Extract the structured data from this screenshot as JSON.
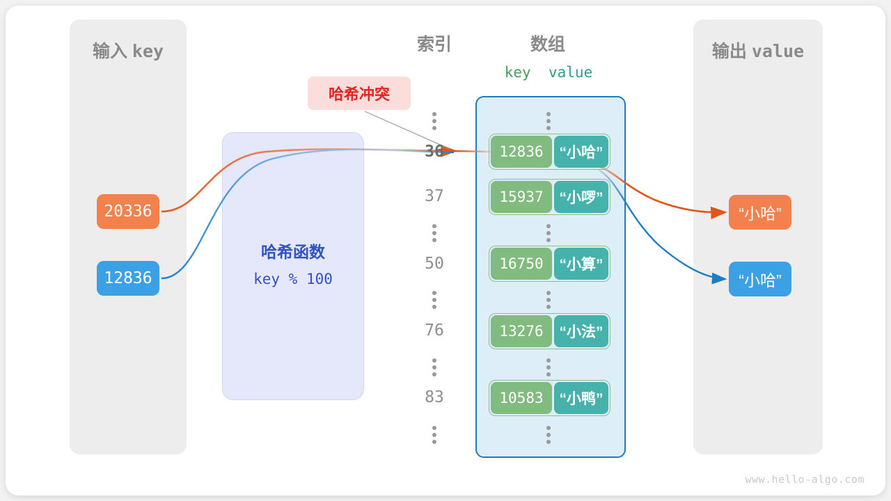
{
  "panels": {
    "input": {
      "cn": "输入",
      "mono": "key"
    },
    "output": {
      "cn": "输出",
      "mono": "value"
    }
  },
  "headings": {
    "index": "索引",
    "array": "数组",
    "key": "key",
    "value": "value",
    "kv_gap": "  "
  },
  "badge": {
    "collision_label": "哈希冲突"
  },
  "hash_function": {
    "name": "哈希函数",
    "expression": "key % 100"
  },
  "inputs": [
    {
      "label": "20336",
      "color": "#f2814e"
    },
    {
      "label": "12836",
      "color": "#3ba0e4"
    }
  ],
  "outputs": [
    {
      "label": "“小哈”",
      "color": "#f2814e"
    },
    {
      "label": "“小哈”",
      "color": "#3ba0e4"
    }
  ],
  "index_column": [
    "36",
    "37",
    "50",
    "76",
    "83"
  ],
  "buckets": [
    {
      "index": "36",
      "key": "12836",
      "value": "“小哈”"
    },
    {
      "index": "37",
      "key": "15937",
      "value": "“小啰”"
    },
    {
      "index": "50",
      "key": "16750",
      "value": "“小算”"
    },
    {
      "index": "76",
      "key": "13276",
      "value": "“小法”"
    },
    {
      "index": "83",
      "key": "10583",
      "value": "“小鸭”"
    }
  ],
  "watermark": "www.hello-algo.com",
  "colors": {
    "orange": "#f2814e",
    "blue": "#3ba0e4",
    "green_key": "#82bb7f",
    "teal_value": "#45b2ab",
    "array_border": "#1f7ac4",
    "array_fill": "#ddeef9",
    "hash_fill": "#e4e8fa",
    "hash_text": "#3451c6",
    "badge_fill": "#fbdedc",
    "badge_text": "#e8231c",
    "panel_fill": "#ededed"
  }
}
